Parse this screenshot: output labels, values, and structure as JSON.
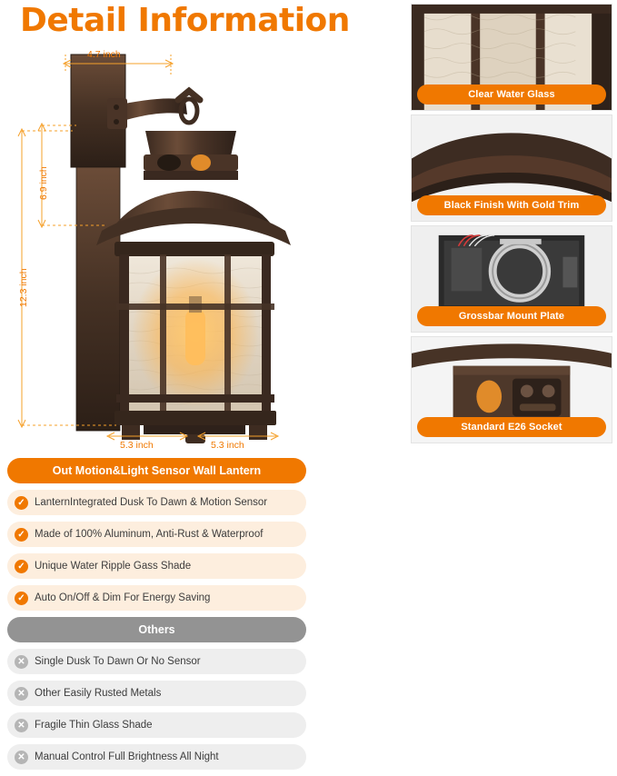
{
  "title": "Detail Information",
  "dimensions": {
    "width_top": "4.7 inch",
    "height_body": "6.9 inch",
    "height_total": "12.3 inch",
    "bottom_left": "5.3 inch",
    "bottom_right": "5.3 inch"
  },
  "thumbnails": [
    {
      "caption": "Clear Water Glass",
      "icon": "glass-panel-photo"
    },
    {
      "caption": "Black Finish With Gold Trim",
      "icon": "finish-closeup-photo"
    },
    {
      "caption": "Grossbar Mount Plate",
      "icon": "mount-plate-photo"
    },
    {
      "caption": "Standard E26 Socket",
      "icon": "socket-photo"
    }
  ],
  "comparison": {
    "left_header": "Out Motion&Light Sensor Wall Lantern",
    "right_header": "Others",
    "left_rows": [
      "LanternIntegrated Dusk To Dawn & Motion Sensor",
      "Made of 100% Aluminum, Anti-Rust & Waterproof",
      "Unique Water Ripple Gass Shade",
      "Auto On/Off & Dim For Energy Saving"
    ],
    "right_rows": [
      "Single Dusk To Dawn Or No Sensor",
      "Other Easily Rusted Metals",
      "Fragile Thin Glass Shade",
      "Manual Control Full Brightness All Night"
    ],
    "check_glyph": "✓",
    "cross_glyph": "✕"
  },
  "colors": {
    "accent": "#f07800",
    "accent_soft": "#fdeede",
    "neutral": "#939393",
    "neutral_soft": "#eeeeee"
  }
}
